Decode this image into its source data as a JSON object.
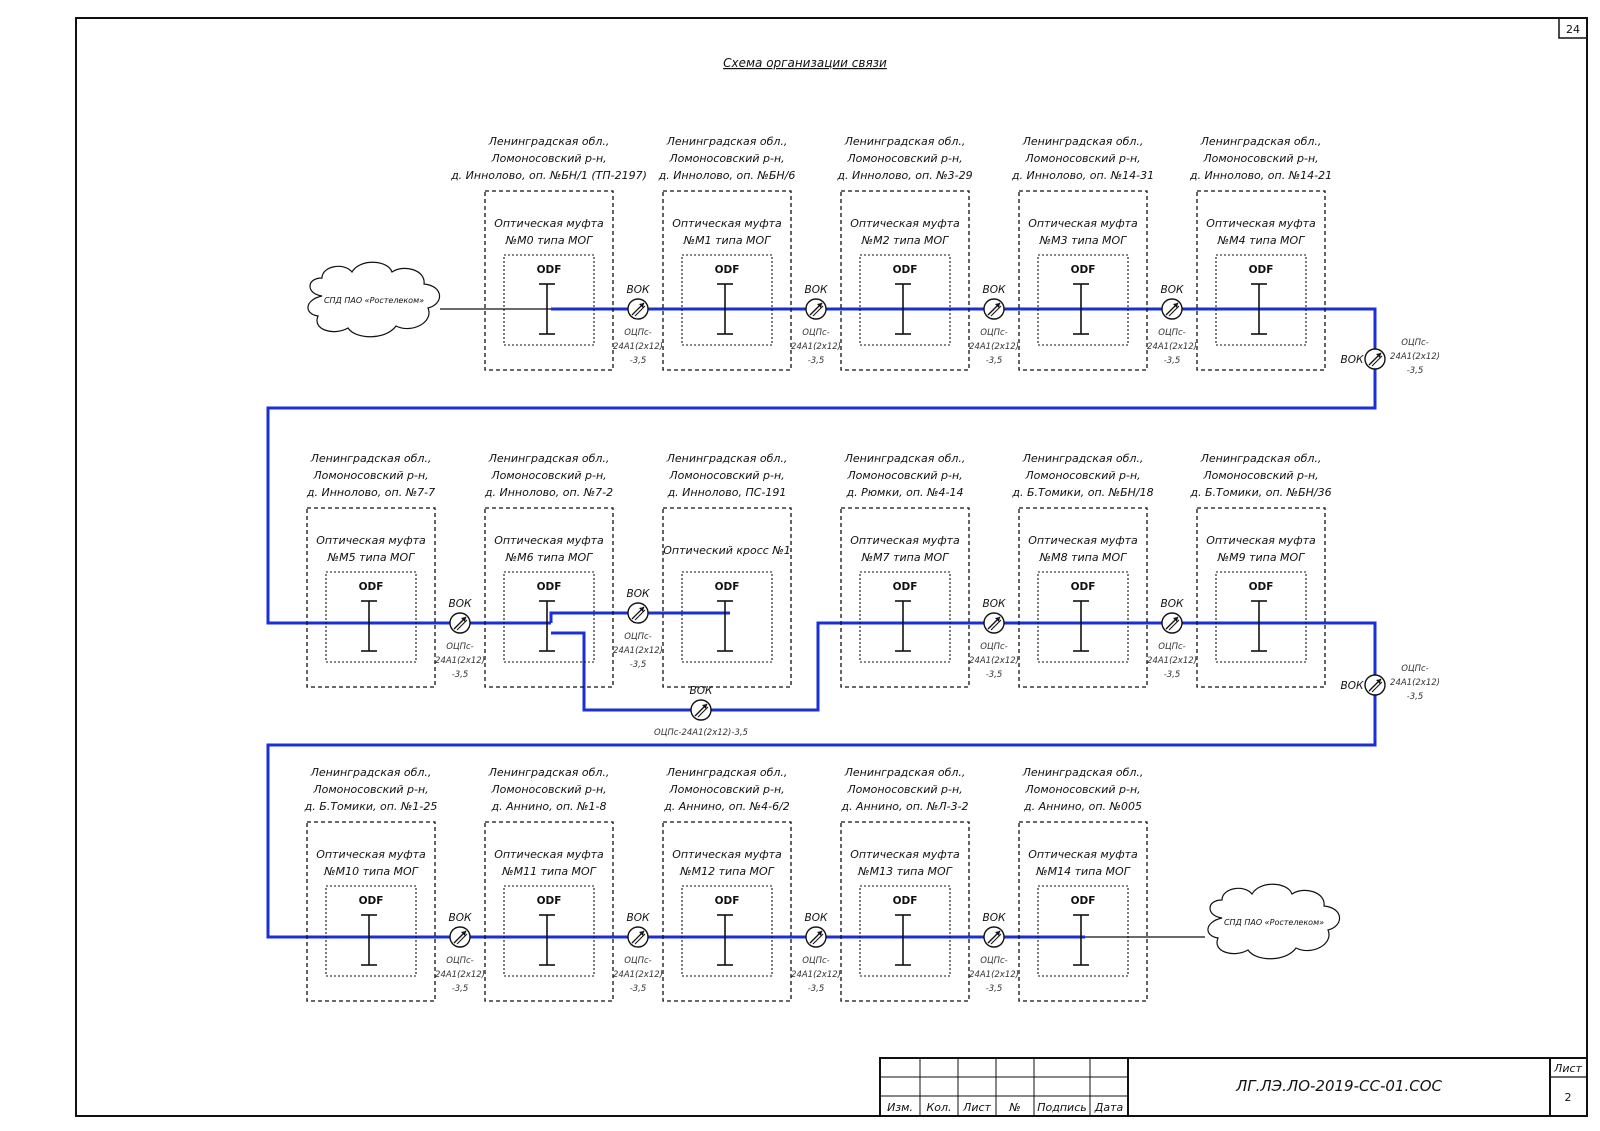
{
  "sheet": {
    "page_number": "24",
    "title": "Схема организации связи"
  },
  "clouds": [
    {
      "label": "СПД ПАО «Ростелеком»"
    },
    {
      "label": "СПД ПАО «Ростелеком»"
    }
  ],
  "common": {
    "odf_label": "ODF",
    "vok_label": "ВОК",
    "cable_label": [
      "ОЦПс-",
      "24А1(2х12)",
      "-3,5"
    ],
    "cable_label_inline": "ОЦПс-24А1(2х12)-3,5"
  },
  "rows": [
    {
      "nodes": [
        {
          "address": [
            "Ленинградская обл.,",
            "Ломоносовский р-н,",
            "д. Иннолово, оп. №БН/1 (ТП-2197)"
          ],
          "label": [
            "Оптическая муфта",
            "№М0 типа МОГ"
          ]
        },
        {
          "address": [
            "Ленинградская обл.,",
            "Ломоносовский р-н,",
            "д. Иннолово, оп. №БН/6"
          ],
          "label": [
            "Оптическая муфта",
            "№М1 типа МОГ"
          ]
        },
        {
          "address": [
            "Ленинградская обл.,",
            "Ломоносовский р-н,",
            "д. Иннолово, оп. №3-29"
          ],
          "label": [
            "Оптическая муфта",
            "№М2 типа МОГ"
          ]
        },
        {
          "address": [
            "Ленинградская обл.,",
            "Ломоносовский р-н,",
            "д. Иннолово, оп. №14-31"
          ],
          "label": [
            "Оптическая муфта",
            "№М3 типа МОГ"
          ]
        },
        {
          "address": [
            "Ленинградская обл.,",
            "Ломоносовский р-н,",
            "д. Иннолово, оп. №14-21"
          ],
          "label": [
            "Оптическая муфта",
            "№М4 типа МОГ"
          ]
        }
      ]
    },
    {
      "nodes": [
        {
          "address": [
            "Ленинградская обл.,",
            "Ломоносовский р-н,",
            "д. Иннолово, оп. №7-7"
          ],
          "label": [
            "Оптическая муфта",
            "№М5 типа МОГ"
          ]
        },
        {
          "address": [
            "Ленинградская обл.,",
            "Ломоносовский р-н,",
            "д. Иннолово, оп. №7-2"
          ],
          "label": [
            "Оптическая муфта",
            "№М6 типа МОГ"
          ]
        },
        {
          "address": [
            "Ленинградская обл.,",
            "Ломоносовский р-н,",
            "д. Иннолово, ПС-191"
          ],
          "label": [
            "Оптический кросс №1"
          ]
        },
        {
          "address": [
            "Ленинградская обл.,",
            "Ломоносовский р-н,",
            "д. Рюмки, оп. №4-14"
          ],
          "label": [
            "Оптическая муфта",
            "№М7 типа МОГ"
          ]
        },
        {
          "address": [
            "Ленинградская обл.,",
            "Ломоносовский р-н,",
            "д. Б.Томики, оп. №БН/18"
          ],
          "label": [
            "Оптическая муфта",
            "№М8 типа МОГ"
          ]
        },
        {
          "address": [
            "Ленинградская обл.,",
            "Ломоносовский р-н,",
            "д. Б.Томики, оп. №БН/36"
          ],
          "label": [
            "Оптическая муфта",
            "№М9 типа МОГ"
          ]
        }
      ]
    },
    {
      "nodes": [
        {
          "address": [
            "Ленинградская обл.,",
            "Ломоносовский р-н,",
            "д. Б.Томики, оп. №1-25"
          ],
          "label": [
            "Оптическая муфта",
            "№М10 типа МОГ"
          ]
        },
        {
          "address": [
            "Ленинградская обл.,",
            "Ломоносовский р-н,",
            "д. Аннино, оп. №1-8"
          ],
          "label": [
            "Оптическая муфта",
            "№М11 типа МОГ"
          ]
        },
        {
          "address": [
            "Ленинградская обл.,",
            "Ломоносовский р-н,",
            "д. Аннино, оп. №4-6/2"
          ],
          "label": [
            "Оптическая муфта",
            "№М12 типа МОГ"
          ]
        },
        {
          "address": [
            "Ленинградская обл.,",
            "Ломоносовский р-н,",
            "д. Аннино, оп. №Л-3-2"
          ],
          "label": [
            "Оптическая муфта",
            "№М13 типа МОГ"
          ]
        },
        {
          "address": [
            "Ленинградская обл.,",
            "Ломоносовский р-н,",
            "д. Аннино, оп. №005"
          ],
          "label": [
            "Оптическая муфта",
            "№М14 типа МОГ"
          ]
        }
      ]
    }
  ],
  "title_block": {
    "columns": [
      "Изм.",
      "Кол.",
      "Лист",
      "№",
      "Подпись",
      "Дата"
    ],
    "document_code": "ЛГ.ЛЭ.ЛО-2019-СС-01.СОС",
    "sheet_label": "Лист",
    "sheet_number": "2"
  },
  "colors": {
    "cable": "#1a2fd6",
    "ink": "#111111"
  }
}
